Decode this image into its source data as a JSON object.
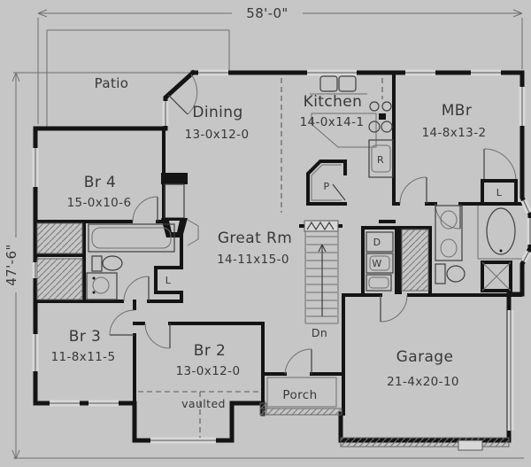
{
  "colors": {
    "background": "#c6c6c6",
    "wall": "#141414",
    "thin_line": "#6f6f6f",
    "text": "#383838",
    "window_fill": "#d8d8d8"
  },
  "dimensions": {
    "width_label": "58'-0\"",
    "height_label": "47'-6\""
  },
  "rooms": {
    "patio": {
      "name": "Patio"
    },
    "dining": {
      "name": "Dining",
      "size": "13-0x12-0"
    },
    "kitchen": {
      "name": "Kitchen",
      "size": "14-0x14-1"
    },
    "master_bedroom": {
      "name": "MBr",
      "size": "14-8x13-2"
    },
    "bedroom4": {
      "name": "Br 4",
      "size": "15-0x10-6"
    },
    "great_room": {
      "name": "Great Rm",
      "size": "14-11x15-0"
    },
    "bedroom3": {
      "name": "Br 3",
      "size": "11-8x11-5"
    },
    "bedroom2": {
      "name": "Br 2",
      "size": "13-0x12-0"
    },
    "porch": {
      "name": "Porch"
    },
    "garage": {
      "name": "Garage",
      "size": "21-4x20-10"
    }
  },
  "annotations": {
    "vaulted": "vaulted",
    "stairs_down": "Dn",
    "pantry": "P",
    "range": "R",
    "dryer": "D",
    "washer": "W",
    "linen_hall": "L",
    "linen_master": "L"
  }
}
